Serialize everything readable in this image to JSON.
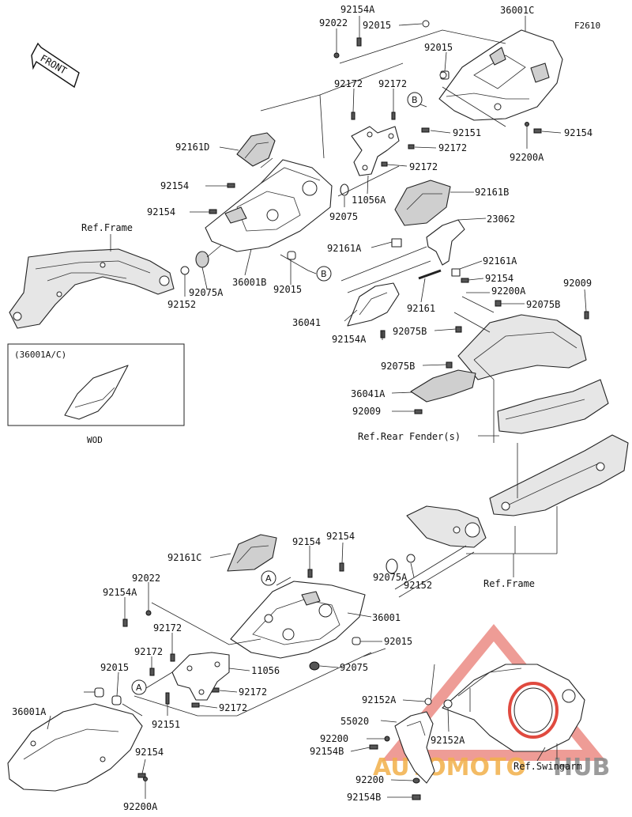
{
  "figure_code": "F2610",
  "front_label": "FRONT",
  "inset_caption": "(36001A/C)",
  "inset_footer": "WOD",
  "ref_frame_label": "Ref.Frame",
  "ref_rear_fender_label": "Ref.Rear Fender(s)",
  "ref_swingarm_label": "Ref.Swingarm",
  "markers": [
    "A",
    "B"
  ],
  "watermark": {
    "text_a": "AUTOMOTO",
    "text_b": "HUB"
  },
  "labels": [
    "92154A",
    "92022",
    "92015",
    "36001C",
    "92015",
    "92172",
    "92172",
    "92151",
    "92172",
    "92172",
    "92154",
    "92200A",
    "92161D",
    "92154",
    "92154",
    "11056A",
    "92075",
    "92161B",
    "23062",
    "Ref.Frame",
    "92161A",
    "92161A",
    "92154",
    "36001B",
    "92015",
    "92075A",
    "92152",
    "92161",
    "92200A",
    "92009",
    "92075B",
    "36041",
    "92154A",
    "92075B",
    "92075B",
    "36041A",
    "92009",
    "Ref.Rear Fender(s)",
    "92161C",
    "92154",
    "92154",
    "92022",
    "92154A",
    "92075A",
    "92152",
    "36001",
    "Ref.Frame",
    "92172",
    "92015",
    "92172",
    "11056",
    "92075",
    "92015",
    "92172",
    "36001A",
    "92151",
    "92172",
    "92152A",
    "55020",
    "92152A",
    "92200",
    "92154B",
    "92154",
    "Ref.Swingarm",
    "92200",
    "92154B",
    "92200A"
  ]
}
